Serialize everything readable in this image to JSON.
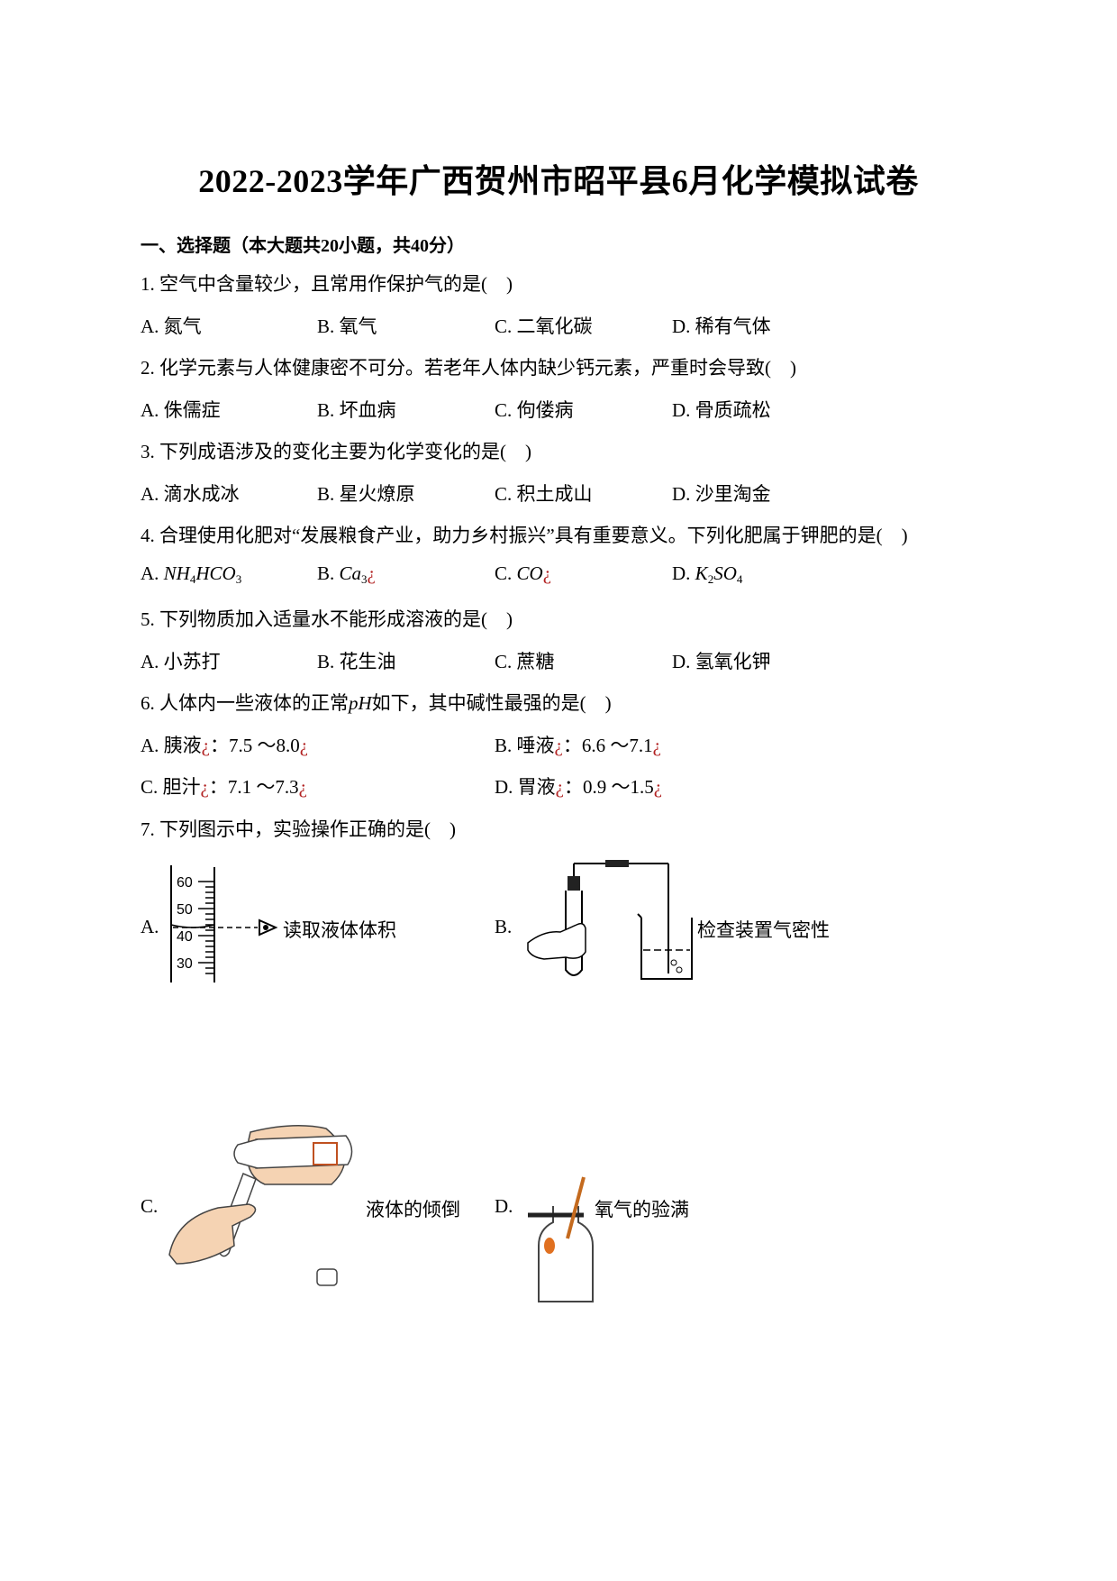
{
  "title": "2022-2023学年广西贺州市昭平县6月化学模拟试卷",
  "section": "一、选择题（本大题共20小题，共40分）",
  "questions": [
    {
      "stem": "1. 空气中含量较少，且常用作保护气的是(　)",
      "options": [
        "A. 氮气",
        "B. 氧气",
        "C. 二氧化碳",
        "D. 稀有气体"
      ]
    },
    {
      "stem": "2. 化学元素与人体健康密不可分。若老年人体内缺少钙元素，严重时会导致(　)",
      "options": [
        "A. 侏儒症",
        "B. 坏血病",
        "C. 佝偻病",
        "D. 骨质疏松"
      ]
    },
    {
      "stem": "3. 下列成语涉及的变化主要为化学变化的是(　)",
      "options": [
        "A. 滴水成冰",
        "B. 星火燎原",
        "C. 积土成山",
        "D. 沙里淘金"
      ]
    },
    {
      "stem": "4. 合理使用化肥对“发展粮食产业，助力乡村振兴”具有重要意义。下列化肥属于钾肥的是(　)",
      "options": [
        "A. ",
        "B. ",
        "C. ",
        "D. "
      ]
    },
    {
      "stem": "5. 下列物质加入适量水不能形成溶液的是(　)",
      "options": [
        "A. 小苏打",
        "B. 花生油",
        "C. 蔗糖",
        "D. 氢氧化钾"
      ]
    },
    {
      "stem_pre": "6. 人体内一些液体的正常",
      "stem_ph": "pH",
      "stem_post": "如下，其中碱性最强的是(　)",
      "options": [
        {
          "label": "A. 胰液",
          "value": "：7.5 ～8.0"
        },
        {
          "label": "B. 唾液",
          "value": "：6.6 ～7.1"
        },
        {
          "label": "C. 胆汁",
          "value": "：7.1 ～7.3"
        },
        {
          "label": "D. 胃液",
          "value": "：0.9 ～1.5"
        }
      ],
      "glyph": "¿"
    },
    {
      "stem": "7. 下列图示中，实验操作正确的是(　)",
      "options": [
        {
          "label": "A.",
          "caption": "读取液体体积",
          "ticks": [
            "60",
            "50",
            "40",
            "30"
          ]
        },
        {
          "label": "B.",
          "caption": "检查装置气密性"
        },
        {
          "label": "C.",
          "caption": "液体的倾倒"
        },
        {
          "label": "D.",
          "caption": "氧气的验满"
        }
      ]
    }
  ],
  "q4_formulas": {
    "a": [
      "NH",
      "4",
      "HCO",
      "3"
    ],
    "b": [
      "Ca",
      "3",
      "¿"
    ],
    "c": [
      "CO",
      "¿"
    ],
    "d": [
      "K",
      "2",
      "SO",
      "4"
    ]
  }
}
